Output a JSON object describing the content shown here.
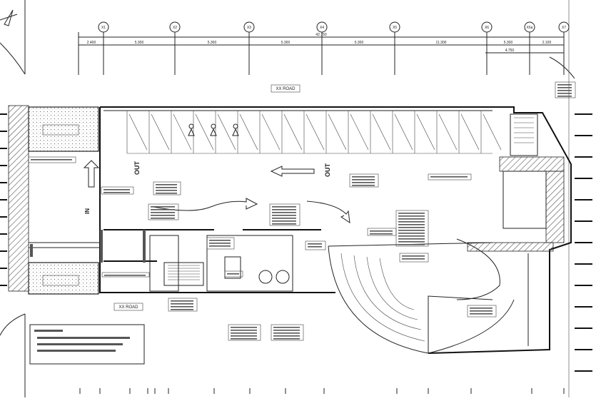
{
  "grid_axes": [
    "X1",
    "X2",
    "X3",
    "X4",
    "X5",
    "X6",
    "X6a",
    "X7"
  ],
  "dimensions": {
    "overall": "42.750",
    "bays": [
      "2.400",
      "5.300",
      "5.300",
      "5.300",
      "5.300",
      "11.300",
      "5.300",
      "2.100"
    ],
    "sub": [
      "4.750"
    ]
  },
  "labels": {
    "road_top": "XX ROAD",
    "road_bottom": "XX ROAD",
    "out_1": "OUT",
    "out_2": "OUT",
    "in": "IN"
  }
}
